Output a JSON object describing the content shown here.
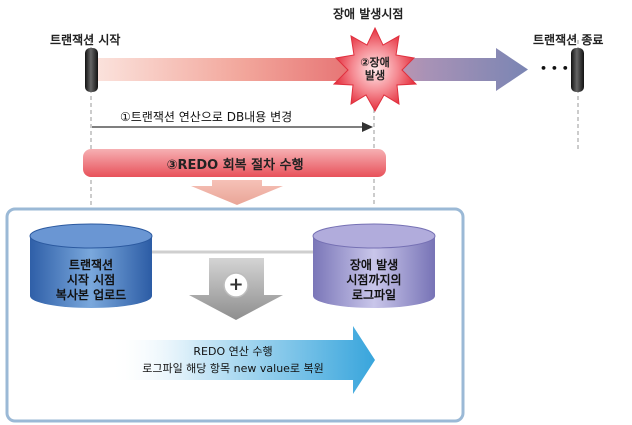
{
  "labels": {
    "transaction_start": "트랜잭션 시작",
    "failure_point": "장애 발생시점",
    "transaction_end": "트랜잭션 종료",
    "starburst": [
      "②장애",
      "발생"
    ],
    "ellipsis": "• • •",
    "step1": "①트랜잭션 연산으로 DB내용 변경",
    "step3": "③REDO 회복 절차 수행"
  },
  "cylinders": {
    "left": [
      "트랜잭션",
      "시작 시점",
      "복사본 업로드"
    ],
    "right": [
      "장애 발생",
      "시점까지의",
      "로그파일"
    ]
  },
  "plus_symbol": "+",
  "bottom_arrow": [
    "REDO 연산 수행",
    "로그파일 해당 항목 new value로 복원"
  ],
  "colors": {
    "red_gradient_start": "#f7cfc7",
    "red_gradient_end": "#e84a55",
    "arrow_blue": "#7f86b2",
    "frame_border": "#9bb9d6",
    "cylinder_blue": "#3c6fb8",
    "cylinder_purple": "#8e88c8",
    "bottom_arrow_end": "#3aa7db"
  }
}
